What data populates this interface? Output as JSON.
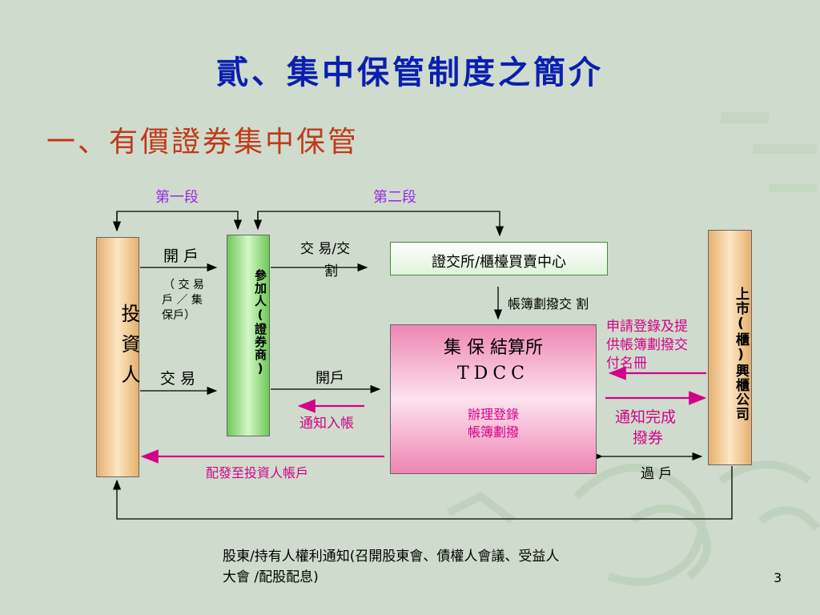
{
  "title": "貳、集中保管制度之簡介",
  "subtitle": "一、有價證券集中保管",
  "stages": {
    "first": "第一段",
    "second": "第二段"
  },
  "entities": {
    "investor": "投資人",
    "broker": "參加人(證券商)",
    "issuer": "上市(櫃)興櫃公司",
    "exchange": "證交所/櫃檯買賣中心",
    "tdcc_name": "集 保 結算所",
    "tdcc_code": "TDCC",
    "tdcc_task_1": "辦理登錄",
    "tdcc_task_2": "帳簿劃撥"
  },
  "flows": {
    "open_account": "開 戶",
    "account_types": [
      "（ 交 易",
      "戶 ／ 集",
      "保戶）"
    ],
    "trade": "交 易",
    "trade_settle_1": "交 易/交",
    "trade_settle_2": "割",
    "book_entry_settle": "帳簿劃撥交 割",
    "broker_open_account": "開戶",
    "notify_credit": "通知入帳",
    "register_request": [
      "申請登錄及提",
      "供帳簿劃撥交",
      "付名冊"
    ],
    "notify_done": [
      "通知完成",
      "撥券"
    ],
    "transfer": "過 戶",
    "distribute": "配發至投資人帳戶"
  },
  "footer": {
    "note_line1": "股東/持有人權利通知(召開股東會、債權人會議、受益人",
    "note_line2": "大會 /配股配息)",
    "page_number": "3"
  },
  "colors": {
    "title": "#0a1fb0",
    "subtitle": "#c0391b",
    "stage_label": "#9b27e0",
    "accent": "#d5008a",
    "arrow": "#000000"
  }
}
